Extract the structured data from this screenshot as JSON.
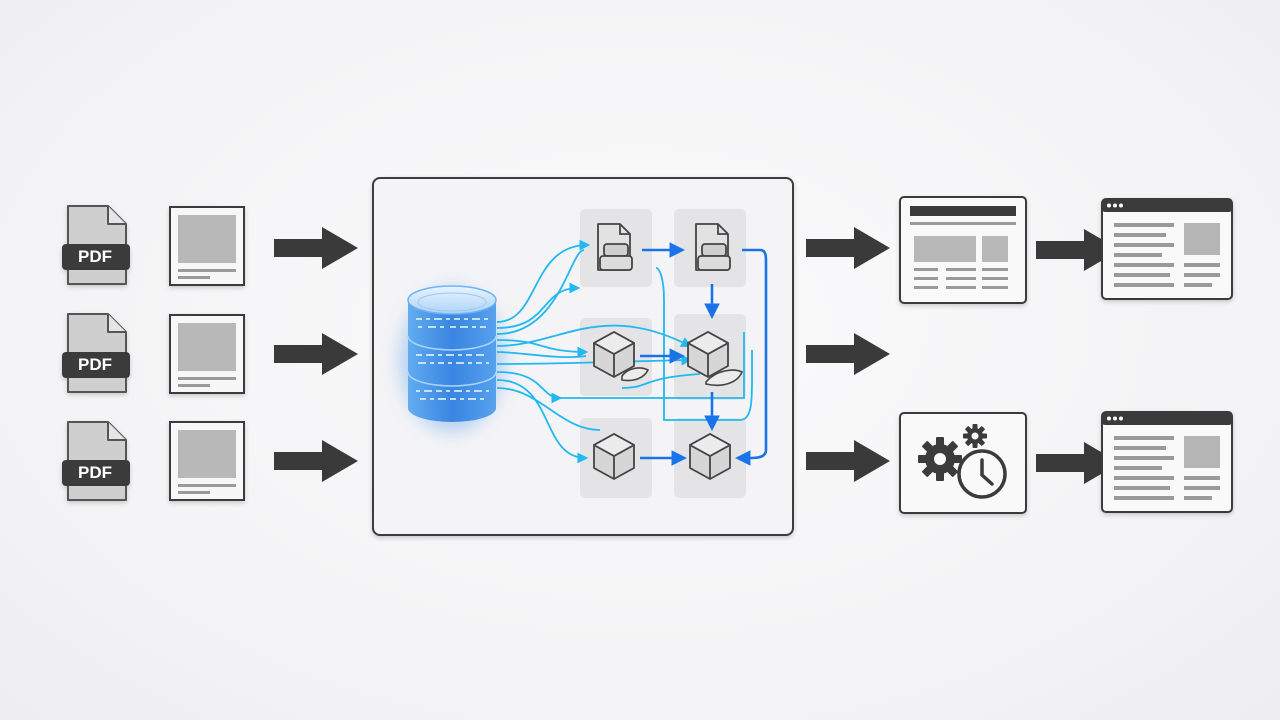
{
  "pdf_inputs": [
    {
      "badge": "PDF"
    },
    {
      "badge": "PDF"
    },
    {
      "badge": "PDF"
    }
  ],
  "icons": {
    "pdf": "pdf-file-icon",
    "page": "page-thumbnail-icon",
    "database": "database-cylinder-icon",
    "node_document": "document-node-icon",
    "node_cube": "cube-node-icon",
    "report": "report-layout-icon",
    "browser": "browser-window-icon",
    "schedule": "gears-clock-icon"
  },
  "colors": {
    "arrow_dark": "#3a3a3a",
    "flow_cyan": "#22b8f0",
    "flow_blue": "#1a73e8",
    "panel_border": "#3c3c3c",
    "database_glow": "#3d8fe8"
  }
}
